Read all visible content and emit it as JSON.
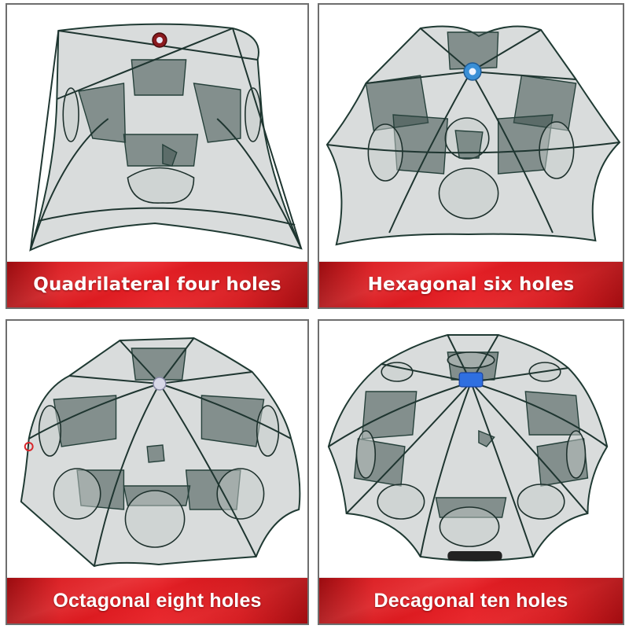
{
  "panels": [
    {
      "id": "quadrilateral",
      "label": "Quadrilateral four holes",
      "hub_color": "#8b1a1e",
      "sides": 4,
      "holes": 4
    },
    {
      "id": "hexagonal",
      "label": "Hexagonal six holes",
      "hub_color": "#3a8fd6",
      "sides": 6,
      "holes": 6
    },
    {
      "id": "octagonal",
      "label": "Octagonal eight holes",
      "hub_color": "#d8d8e8",
      "sides": 8,
      "holes": 8
    },
    {
      "id": "decagonal",
      "label": "Decagonal ten holes",
      "hub_color": "#2f6fe0",
      "sides": 10,
      "holes": 10
    }
  ],
  "colors": {
    "banner_red": "#e42026",
    "banner_dark": "#9a0b0f",
    "banner_text": "#ffffff",
    "border": "#6e6e6e",
    "net_frame": "#1e3530"
  }
}
